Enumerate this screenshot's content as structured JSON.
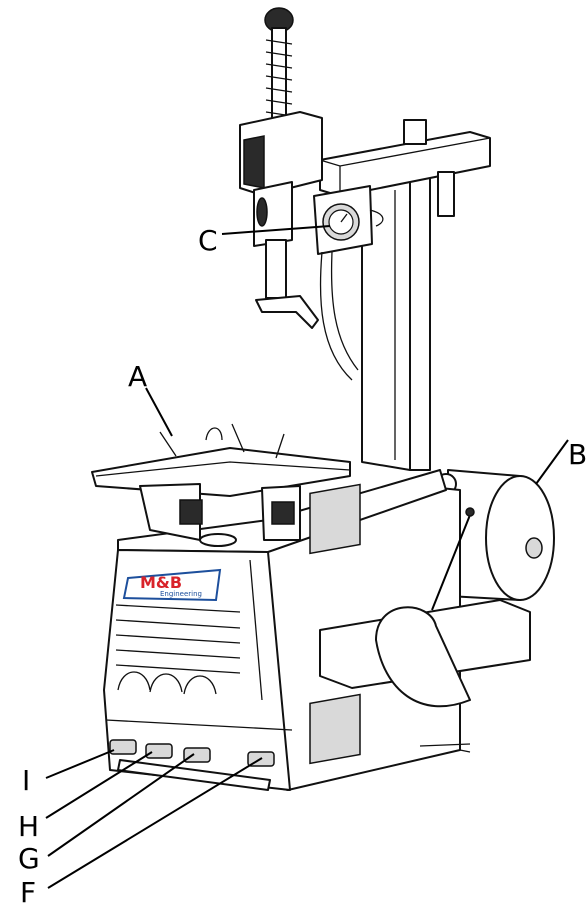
{
  "labels": {
    "a": "A",
    "b": "B",
    "c": "C",
    "f": "F",
    "g": "G",
    "h": "H",
    "i": "I"
  },
  "logo": {
    "brand": "M&B",
    "sub": "Engineering",
    "colors": {
      "red": "#d8232a",
      "blue": "#1d4f9c"
    }
  }
}
